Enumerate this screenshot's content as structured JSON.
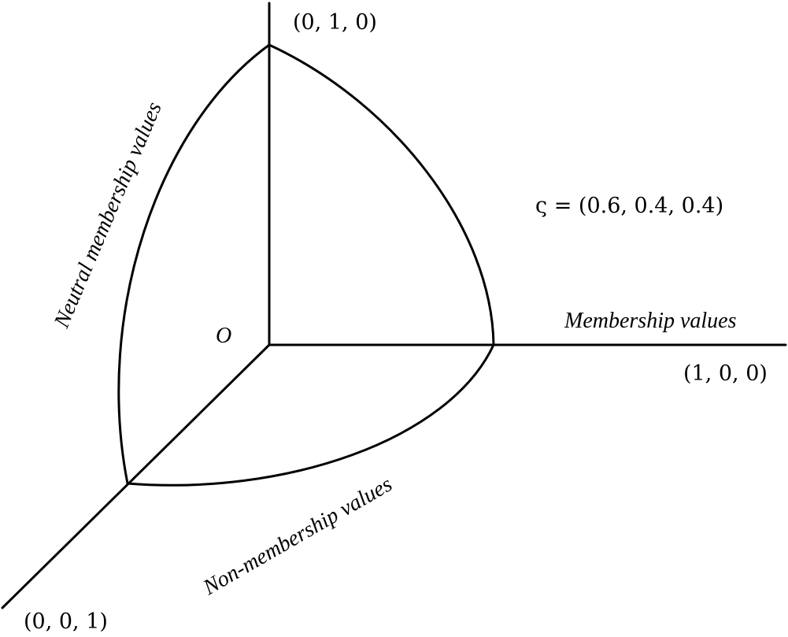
{
  "diagram": {
    "origin_label": "O",
    "point_y": "(0, 1, 0)",
    "point_x": "(1, 0, 0)",
    "point_z": "(0, 0, 1)",
    "sample_point": "ς = (0.6, 0.4, 0.4)",
    "axis_x_label": "Membership values",
    "axis_y_label": "Neutral membership values",
    "axis_z_label": "Non-membership values",
    "stroke_color": "#000000",
    "background_color": "#ffffff"
  }
}
